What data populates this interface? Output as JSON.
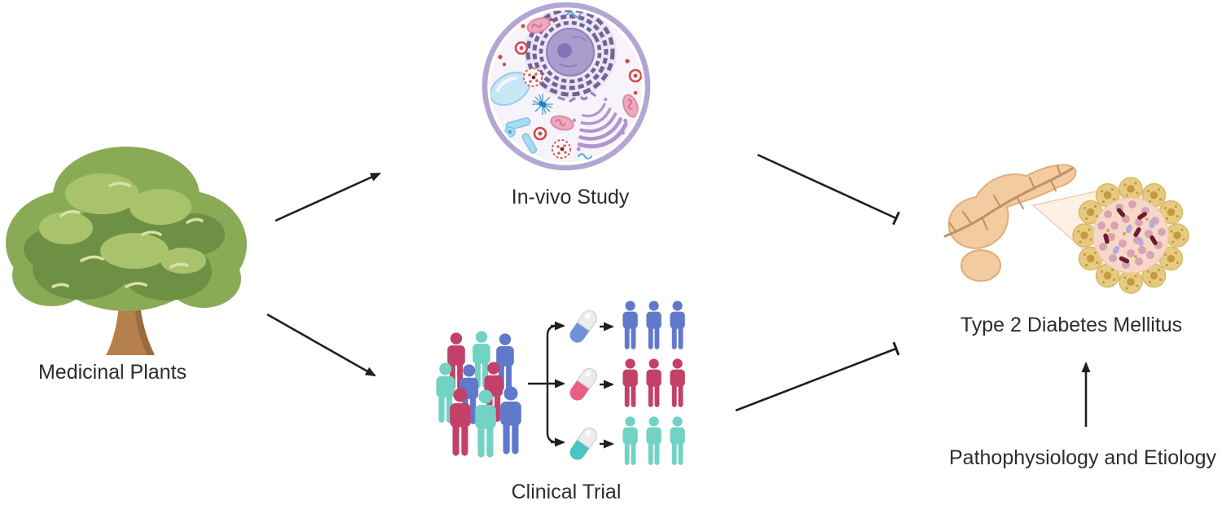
{
  "diagram": {
    "labels": {
      "medicinal_plants": "Medicinal Plants",
      "in_vivo": "In-vivo Study",
      "clinical_trial": "Clinical Trial",
      "t2dm": "Type 2 Diabetes Mellitus",
      "pathophysiology": "Pathophysiology and Etiology"
    },
    "connections": [
      {
        "from": "Medicinal Plants",
        "to": "In-vivo Study",
        "style": "arrow"
      },
      {
        "from": "Medicinal Plants",
        "to": "Clinical Trial",
        "style": "arrow"
      },
      {
        "from": "In-vivo Study",
        "to": "Type 2 Diabetes Mellitus",
        "style": "inhibition-bar"
      },
      {
        "from": "Clinical Trial",
        "to": "Type 2 Diabetes Mellitus",
        "style": "inhibition-bar"
      },
      {
        "from": "Pathophysiology and Etiology",
        "to": "Type 2 Diabetes Mellitus",
        "style": "arrow"
      }
    ],
    "clinical_trial": {
      "crowd_size": 9,
      "crowd_colors": [
        "crimson",
        "teal",
        "blue"
      ],
      "arms": [
        {
          "pill": "blue",
          "participants": 3
        },
        {
          "pill": "crimson",
          "participants": 3
        },
        {
          "pill": "teal",
          "participants": 3
        }
      ]
    },
    "colors": {
      "bg": "#ffffff",
      "label_text": "#2d2d2d",
      "arrow": "#1f1f1f",
      "tree_green_dark": "#6d9044",
      "tree_green_mid": "#8aab55",
      "tree_green_light": "#a9c36d",
      "tree_green_pale": "#d8e2a3",
      "trunk": "#b5804e",
      "trunk_dark": "#8a5f3a",
      "cell_membrane": "#b4a6d2",
      "cell_fill": "#f6f3fa",
      "er_halo": "#ece6f4",
      "nucleus_fill": "#a99dce",
      "nucleus_rim": "#8d7fba",
      "nucleolus": "#8374b5",
      "er": "#6f6398",
      "golgi": "#b195cb",
      "mito_fill": "#edaabe",
      "mito_stroke": "#de8ba6",
      "mito_inner": "#d1738f",
      "lysosome": "#cf4b4b",
      "vesicle": "#d4605a",
      "vacuole_fill": "#c8e7f6",
      "vacuole_stroke": "#96cfe9",
      "cyto_blue": "#a8dcf0",
      "squiggle_blue": "#64aed6",
      "red_dot": "#cd4a42",
      "chromatin": "#9a82c2",
      "person_blue": "#6079ca",
      "person_crimson": "#c34169",
      "person_teal": "#72d2c4",
      "pill_blue": "#6d92d8",
      "pill_pink": "#e85f85",
      "pill_teal": "#4cc5c1",
      "pill_cap": "#ececee",
      "pancreas_fill": "#f2cba0",
      "pancreas_stroke": "#e2ac7d",
      "pancreas_duct": "#bf9064",
      "callout_fill": "#fdf0e5",
      "callout_stroke": "#f5cdb6",
      "islet_ring": "#f8ecd9",
      "acinar_fill": "#e7cb80",
      "acinar_stroke": "#d9b765",
      "acinar_core": "#c49a42",
      "islet_fill": "#f6d8c8",
      "islet_beta": "#d9a3b3",
      "islet_dark": "#6b1d2d",
      "islet_lavender": "#b5aade",
      "islet_gold": "#d9a93c"
    }
  }
}
